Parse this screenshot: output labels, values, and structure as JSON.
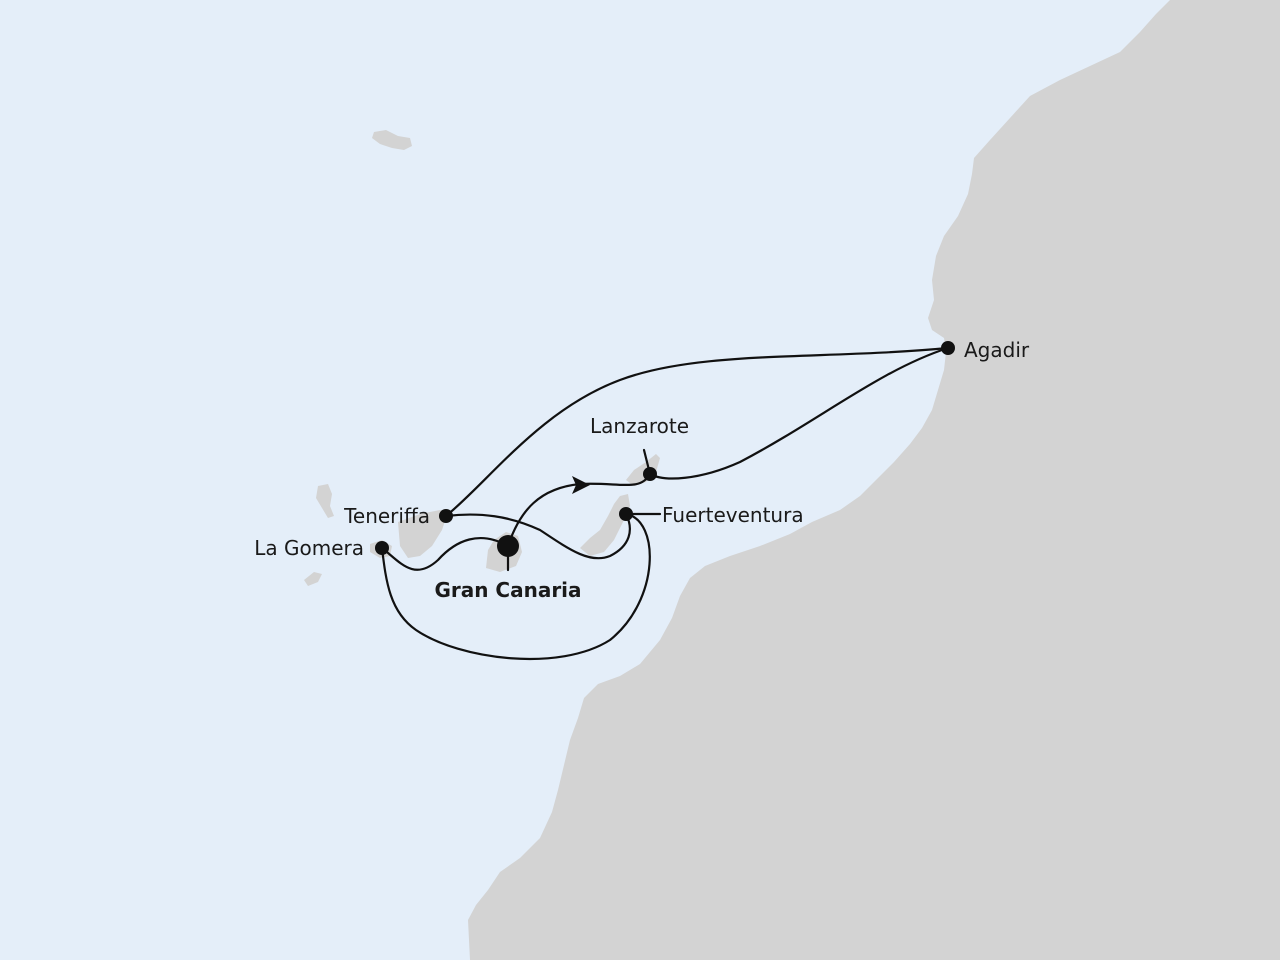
{
  "colors": {
    "sea": "#e4eef9",
    "land": "#d3d3d3",
    "route": "#111111",
    "port": "#111111"
  },
  "ports": [
    {
      "id": "agadir",
      "label": "Agadir",
      "home": false
    },
    {
      "id": "lanzarote",
      "label": "Lanzarote",
      "home": false
    },
    {
      "id": "fuerteventura",
      "label": "Fuerteventura",
      "home": false
    },
    {
      "id": "teneriffa",
      "label": "Teneriffa",
      "home": false
    },
    {
      "id": "la-gomera",
      "label": "La Gomera",
      "home": false
    },
    {
      "id": "gran-canaria",
      "label": "Gran Canaria",
      "home": true
    }
  ],
  "route_direction_icon": "arrow-head-icon"
}
